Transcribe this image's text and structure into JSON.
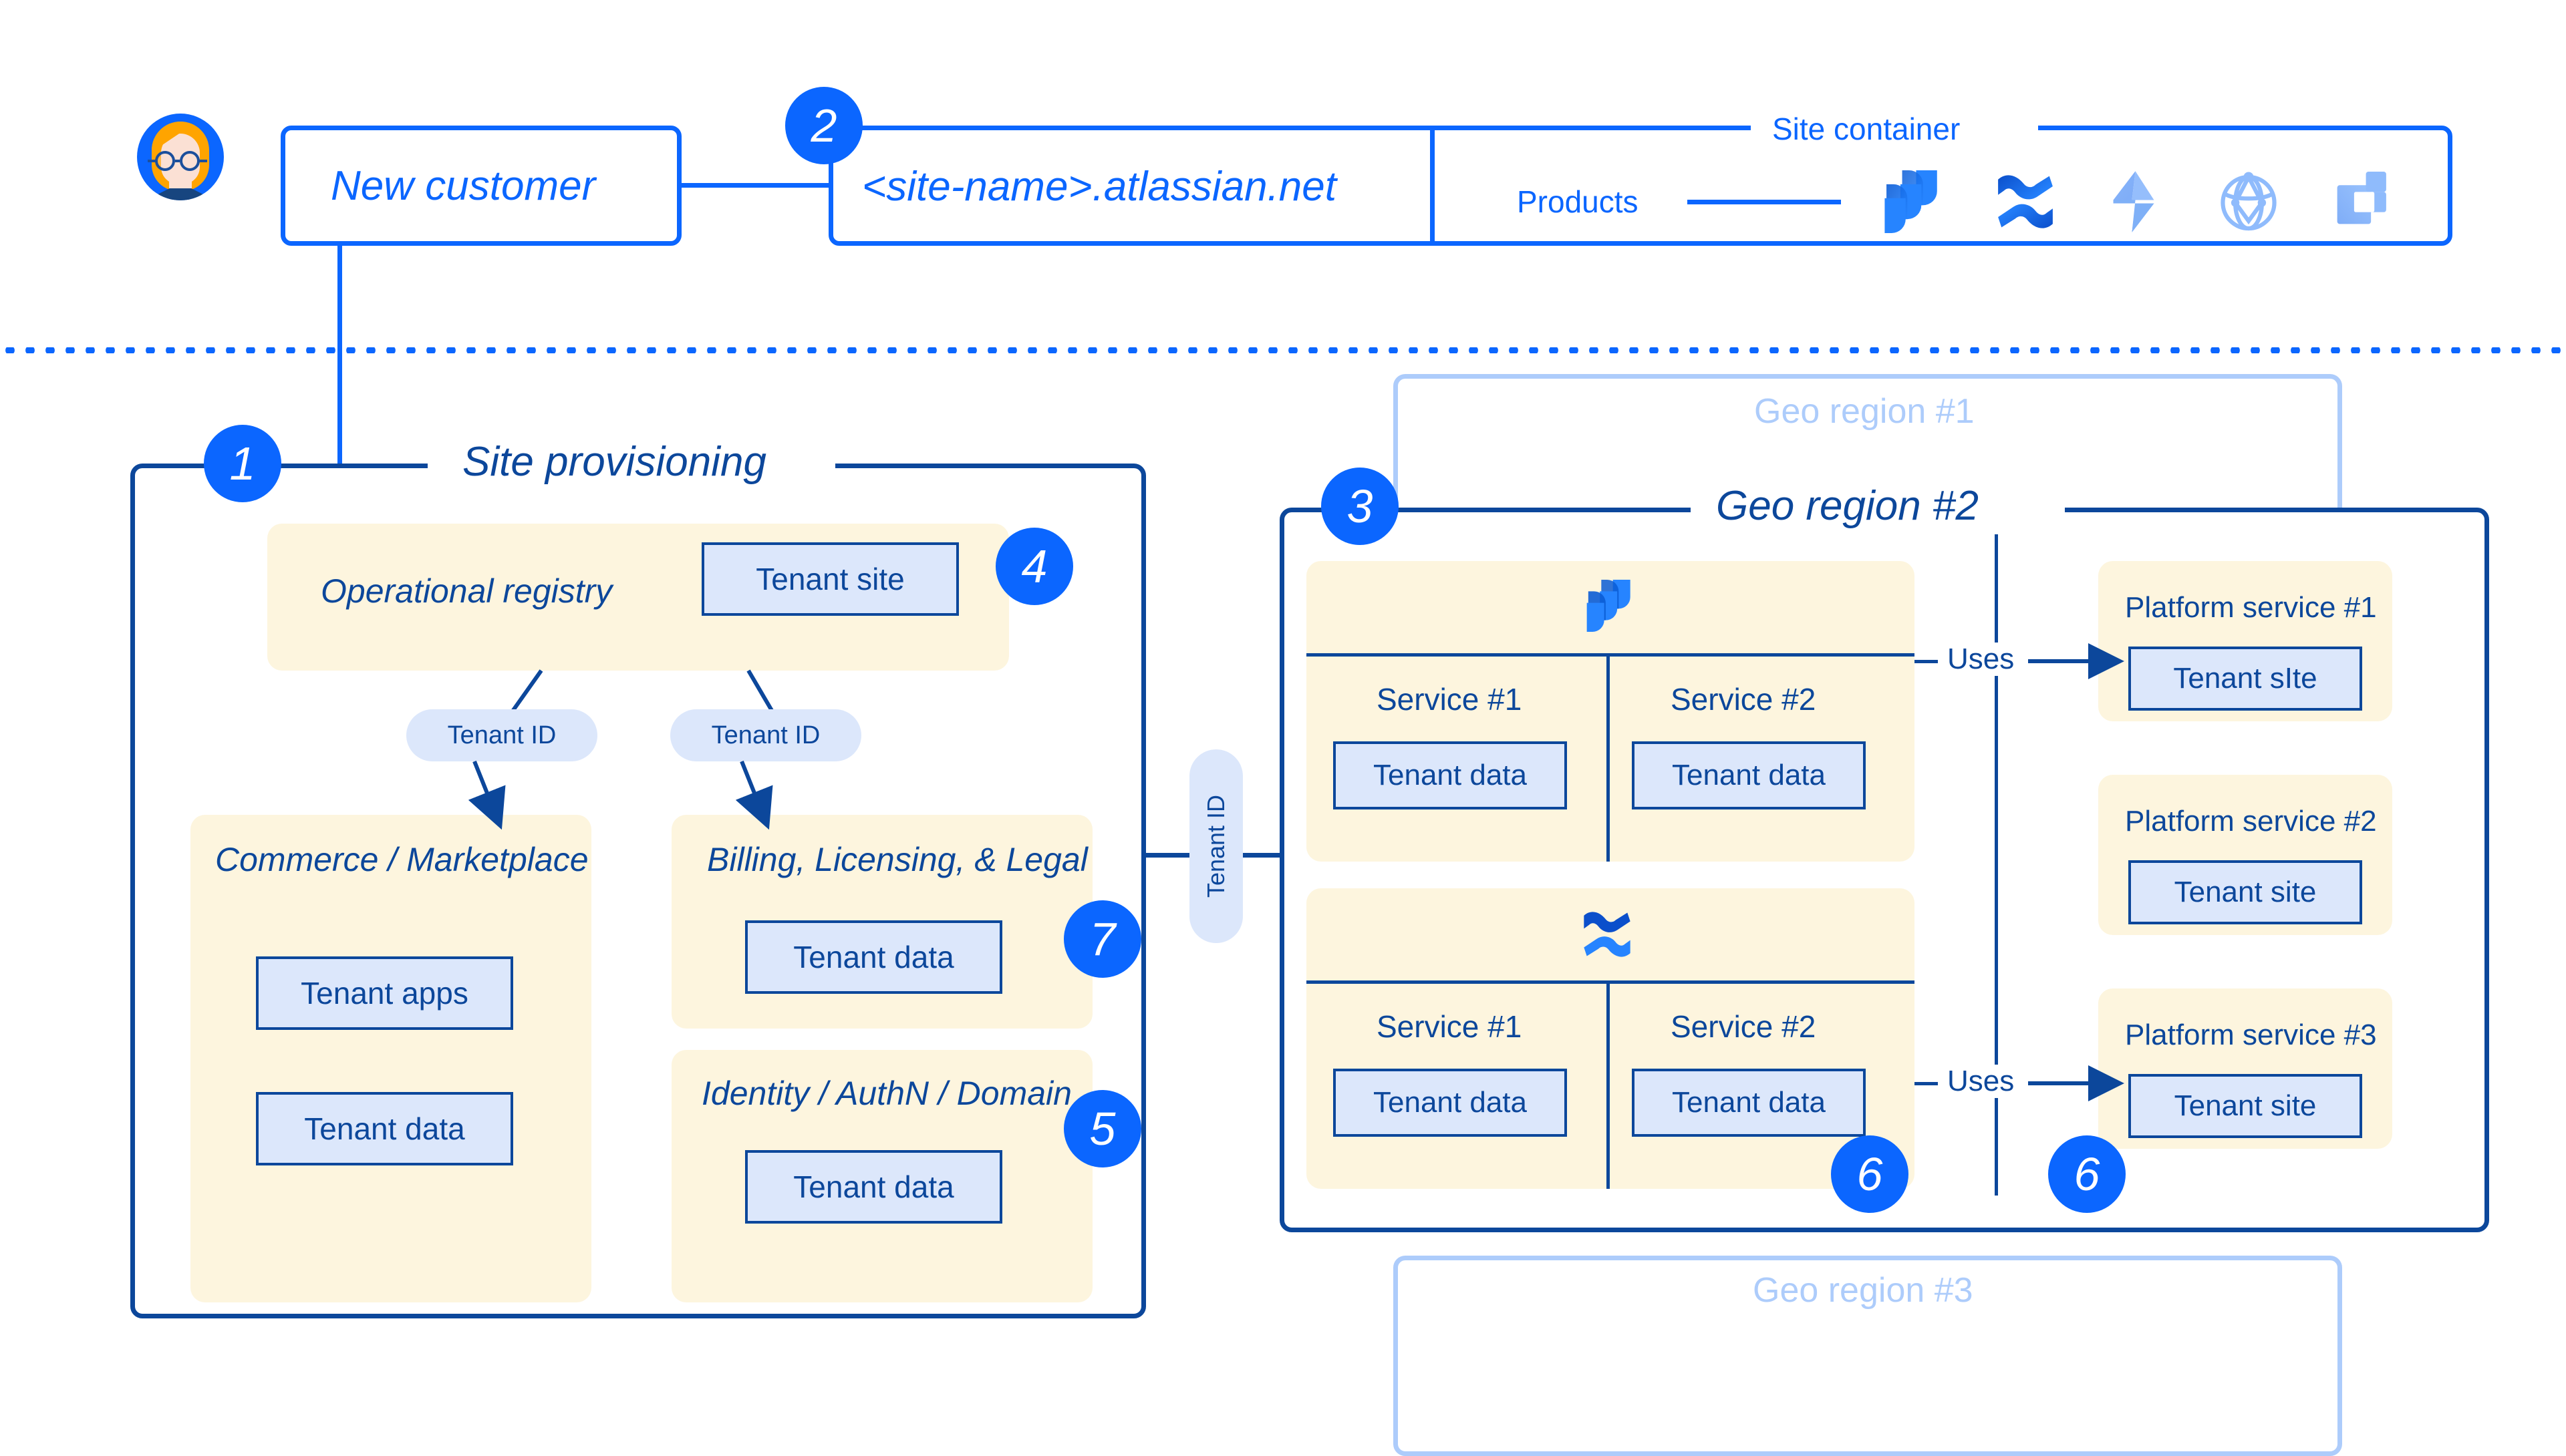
{
  "diagram": {
    "title": "Atlassian multi-tenant site provisioning architecture",
    "colors": {
      "brand_blue": "#0B66FF",
      "navy": "#0C479B",
      "cream": "#FDF5DE",
      "data_box": "#DCE7FB",
      "faint_blue": "#ADCCFB",
      "avatar_hair": "#FFA400"
    }
  },
  "customer": {
    "avatar_icon": "person-avatar-icon",
    "label": "New customer"
  },
  "site_url": {
    "marker": "2",
    "label": "<site-name>.atlassian.net"
  },
  "site_container": {
    "title": "Site container",
    "products_label": "Products",
    "product_icons": [
      {
        "name": "jira-icon",
        "label": "Jira"
      },
      {
        "name": "confluence-icon",
        "label": "Confluence"
      },
      {
        "name": "jira-service-management-icon",
        "label": "Jira Service Management"
      },
      {
        "name": "atlas-globe-icon",
        "label": "Atlas"
      },
      {
        "name": "bitbucket-icon",
        "label": "Bitbucket"
      }
    ]
  },
  "site_provisioning": {
    "marker": "1",
    "title": "Site provisioning",
    "operational_registry": {
      "title": "Operational registry",
      "marker": "4",
      "box": "Tenant site"
    },
    "tenant_id_pills": [
      "Tenant ID",
      "Tenant ID"
    ],
    "commerce": {
      "title": "Commerce / Marketplace",
      "boxes": [
        "Tenant apps",
        "Tenant data"
      ]
    },
    "billing": {
      "title": "Billing, Licensing, & Legal",
      "marker": "7",
      "boxes": [
        "Tenant data"
      ]
    },
    "identity": {
      "title": "Identity / AuthN / Domain",
      "marker": "5",
      "boxes": [
        "Tenant data"
      ]
    }
  },
  "tenant_id_connector": {
    "label": "Tenant ID"
  },
  "geo_regions": {
    "region1": {
      "title": "Geo region #1",
      "state": "faded"
    },
    "region3": {
      "title": "Geo region #3",
      "state": "faded"
    },
    "region2": {
      "marker": "3",
      "title": "Geo region #2",
      "product_groups": [
        {
          "icon": "jira-icon",
          "services": [
            {
              "title": "Service #1",
              "box": "Tenant data"
            },
            {
              "title": "Service #2",
              "box": "Tenant data"
            }
          ],
          "uses_label": "Uses",
          "marker": null
        },
        {
          "icon": "confluence-icon",
          "services": [
            {
              "title": "Service #1",
              "box": "Tenant data"
            },
            {
              "title": "Service #2",
              "box": "Tenant data"
            }
          ],
          "uses_label": "Uses",
          "marker": "6"
        }
      ],
      "platform_services": [
        {
          "title": "Platform service #1",
          "box": "Tenant sIte"
        },
        {
          "title": "Platform service #2",
          "box": "Tenant site"
        },
        {
          "title": "Platform service #3",
          "box": "Tenant site",
          "marker": "6"
        }
      ]
    }
  }
}
